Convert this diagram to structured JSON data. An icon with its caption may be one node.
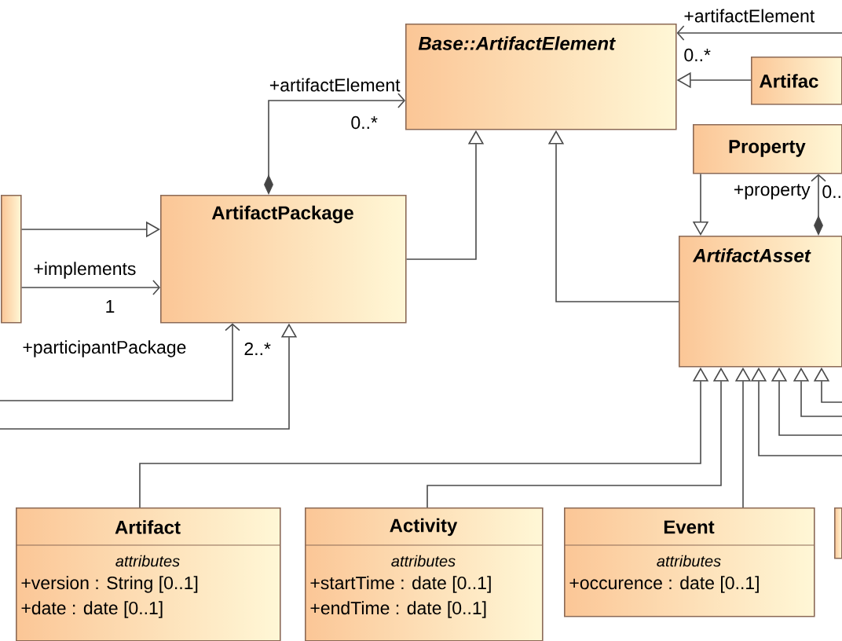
{
  "diagram": {
    "nodes": [
      {
        "text": [
          "Base::ArtifactElement"
        ]
      },
      {
        "text": [
          "Artifac"
        ]
      },
      {
        "text": [
          "Property"
        ]
      },
      {
        "text": [],
        "shape": "box"
      },
      {
        "text": [
          "ArtifactPackage"
        ]
      },
      {
        "text": [
          "ArtifactAsset"
        ]
      },
      {
        "text": [
          "Artifact",
          "attributes",
          "+version : String [0..1]",
          "+date : date [0..1]"
        ]
      },
      {
        "text": [
          "Activity",
          "attributes",
          "+startTime : date [0..1]",
          "+endTime : date [0..1]"
        ]
      },
      {
        "text": [
          "Event",
          "attributes",
          "+occurence : date [0..1]"
        ]
      },
      {
        "text": [],
        "shape": "box"
      }
    ],
    "edges": [
      {
        "from": null,
        "to": 0,
        "arrow": "to",
        "label": "+artifactElement"
      },
      {
        "from": 1,
        "to": 0,
        "arrow": "to"
      },
      {
        "from": 4,
        "to": 0,
        "arrow": "to",
        "label": "+artifactElement"
      },
      {
        "from": 4,
        "to": 0,
        "arrow": "to"
      },
      {
        "from": 5,
        "to": 0,
        "arrow": "to"
      },
      {
        "from": 2,
        "to": 5,
        "arrow": "to"
      },
      {
        "from": 5,
        "to": 2,
        "arrow": "to",
        "label": "+property"
      },
      {
        "from": 3,
        "to": 4,
        "arrow": "to"
      },
      {
        "from": 3,
        "to": 4,
        "arrow": "to",
        "label": "+implements"
      },
      {
        "from": null,
        "to": 4,
        "arrow": "to",
        "label": "+participantPackage"
      },
      {
        "from": null,
        "to": 4,
        "arrow": "to"
      },
      {
        "from": 6,
        "to": 5,
        "arrow": "to"
      },
      {
        "from": 7,
        "to": 5,
        "arrow": "to"
      },
      {
        "from": 8,
        "to": 5,
        "arrow": "to"
      },
      {
        "from": null,
        "to": 5,
        "arrow": "to"
      },
      {
        "from": null,
        "to": 5,
        "arrow": "to"
      },
      {
        "from": null,
        "to": 5,
        "arrow": "to"
      },
      {
        "from": null,
        "to": 5,
        "arrow": "to"
      }
    ],
    "labels": [
      "0..*",
      "0..*",
      "0..",
      "1",
      "2..*"
    ]
  }
}
